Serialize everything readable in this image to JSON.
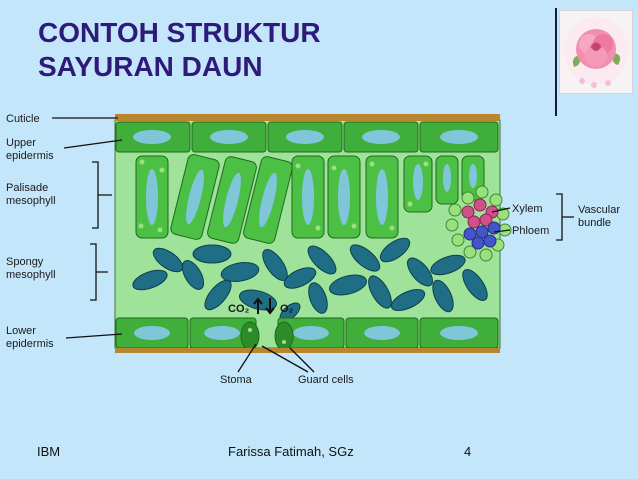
{
  "title": {
    "line1": "CONTOH STRUKTUR",
    "line2": "SAYURAN DAUN"
  },
  "diagram_labels": {
    "cuticle": "Cuticle",
    "upper_epidermis_1": "Upper",
    "upper_epidermis_2": "epidermis",
    "palisade_1": "Palisade",
    "palisade_2": "mesophyll",
    "spongy_1": "Spongy",
    "spongy_2": "mesophyll",
    "lower_epidermis_1": "Lower",
    "lower_epidermis_2": "epidermis",
    "xylem": "Xylem",
    "phloem": "Phloem",
    "vascular_1": "Vascular",
    "vascular_2": "bundle",
    "stoma": "Stoma",
    "guard_cells": "Guard cells",
    "gas_co2": "CO₂",
    "gas_o2": "O₂"
  },
  "footer": {
    "left": "IBM",
    "center": "Farissa Fatimah, SGz",
    "page": "4"
  },
  "colors": {
    "background": "#c4e6fb",
    "title": "#2e1a78",
    "cell_green": "#3fae3a",
    "cell_light": "#8fdc7a",
    "chloroplast": "#9be07e",
    "vacuole": "#7fc6d9",
    "spongy_cell": "#1f6e86",
    "cuticle": "#b8862d",
    "xylem": "#d0508a",
    "phloem": "#4455cc"
  },
  "decor": {
    "corner_image": "rose-flower-icon"
  }
}
